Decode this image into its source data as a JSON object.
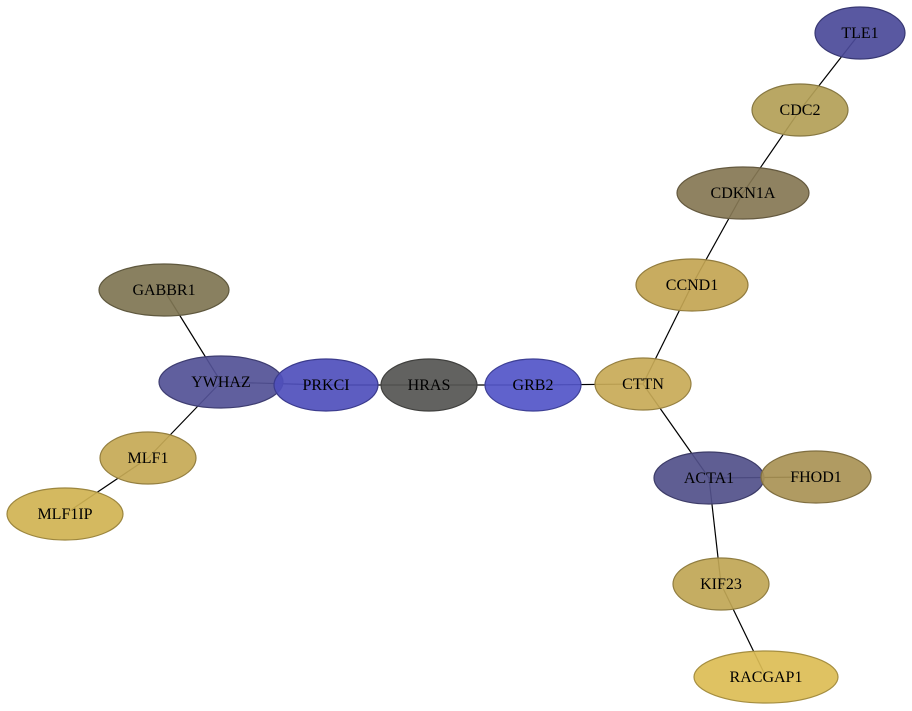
{
  "nodes": [
    {
      "id": "TLE1",
      "label": "TLE1",
      "color": "#4b4a99"
    },
    {
      "id": "CDC2",
      "label": "CDC2",
      "color": "#b39f57"
    },
    {
      "id": "CDKN1A",
      "label": "CDKN1A",
      "color": "#857754"
    },
    {
      "id": "CCND1",
      "label": "CCND1",
      "color": "#c3a552"
    },
    {
      "id": "GABBR1",
      "label": "GABBR1",
      "color": "#7f7552"
    },
    {
      "id": "YWHAZ",
      "label": "YWHAZ",
      "color": "#535196"
    },
    {
      "id": "PRKCI",
      "label": "PRKCI",
      "color": "#4f4fbc"
    },
    {
      "id": "HRAS",
      "label": "HRAS",
      "color": "#555552"
    },
    {
      "id": "GRB2",
      "label": "GRB2",
      "color": "#5255c8"
    },
    {
      "id": "CTTN",
      "label": "CTTN",
      "color": "#c8aa57"
    },
    {
      "id": "MLF1",
      "label": "MLF1",
      "color": "#c5a955"
    },
    {
      "id": "MLF1IP",
      "label": "MLF1IP",
      "color": "#d0b352"
    },
    {
      "id": "ACTA1",
      "label": "ACTA1",
      "color": "#51508a"
    },
    {
      "id": "FHOD1",
      "label": "FHOD1",
      "color": "#a99355"
    },
    {
      "id": "KIF23",
      "label": "KIF23",
      "color": "#c0a655"
    },
    {
      "id": "RACGAP1",
      "label": "RACGAP1",
      "color": "#dcbd55"
    }
  ],
  "edges": [
    [
      "TLE1",
      "CDC2"
    ],
    [
      "CDC2",
      "CDKN1A"
    ],
    [
      "CDKN1A",
      "CCND1"
    ],
    [
      "CCND1",
      "CTTN"
    ],
    [
      "GABBR1",
      "YWHAZ"
    ],
    [
      "YWHAZ",
      "PRKCI"
    ],
    [
      "PRKCI",
      "HRAS"
    ],
    [
      "HRAS",
      "GRB2"
    ],
    [
      "GRB2",
      "CTTN"
    ],
    [
      "YWHAZ",
      "MLF1"
    ],
    [
      "MLF1",
      "MLF1IP"
    ],
    [
      "CTTN",
      "ACTA1"
    ],
    [
      "ACTA1",
      "FHOD1"
    ],
    [
      "ACTA1",
      "KIF23"
    ],
    [
      "KIF23",
      "RACGAP1"
    ]
  ]
}
